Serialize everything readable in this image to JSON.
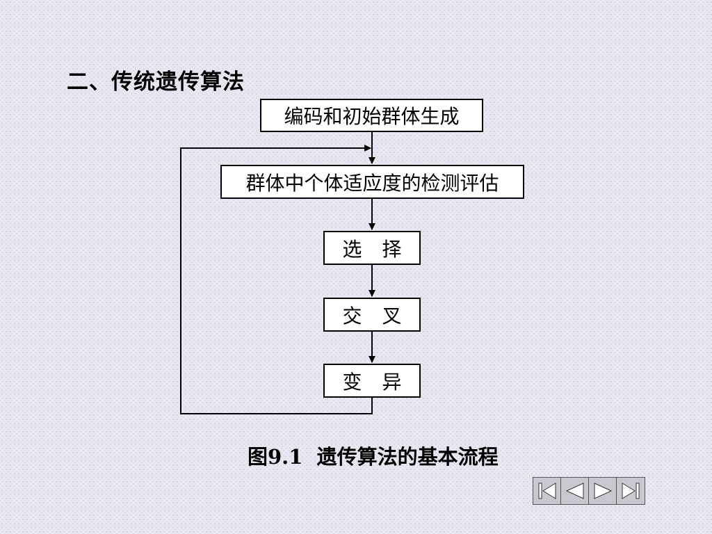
{
  "heading": "二、传统遗传算法",
  "flowchart": {
    "steps": [
      "编码和初始群体生成",
      "群体中个体适应度的检测评估",
      "选 择",
      "交 叉",
      "变 异"
    ]
  },
  "caption": "图9.1  遗传算法的基本流程",
  "nav": {
    "buttons": [
      "first-icon",
      "previous-icon",
      "next-icon",
      "last-icon"
    ]
  }
}
